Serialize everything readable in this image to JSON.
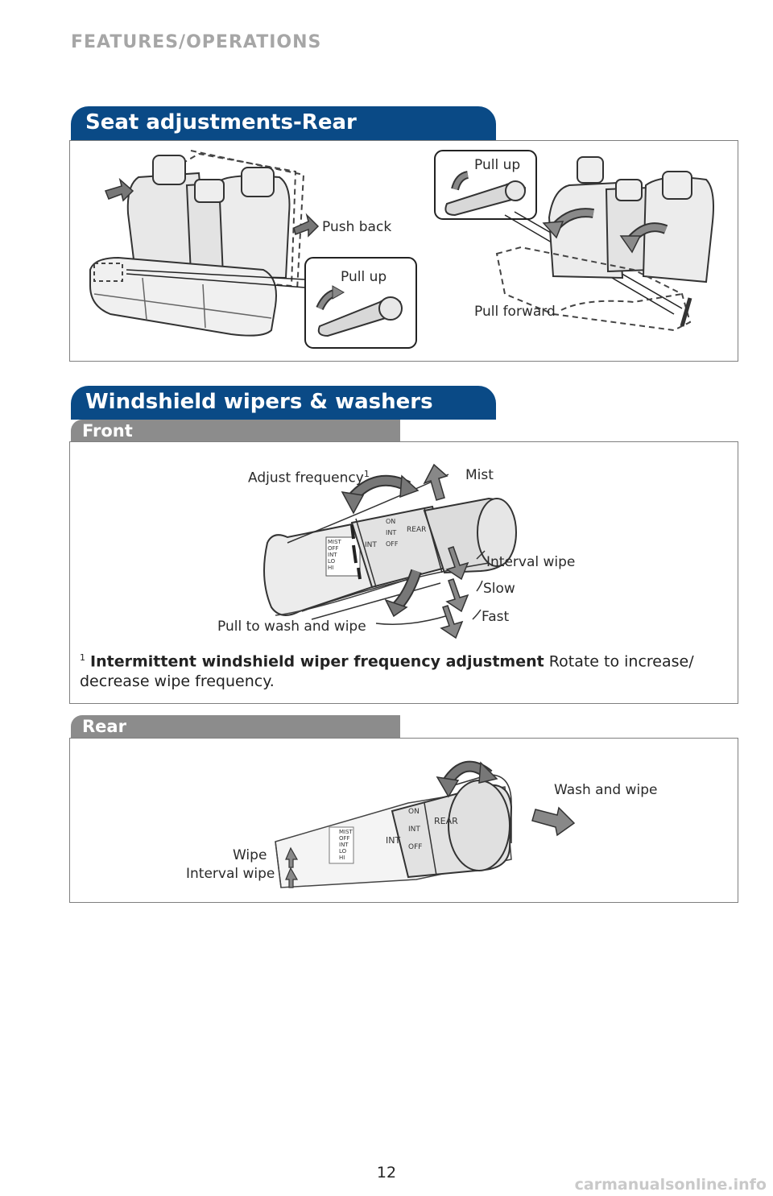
{
  "header": {
    "title": "FEATURES/OPERATIONS"
  },
  "seat": {
    "title": "Seat adjustments-Rear",
    "labels": {
      "push_back": "Push back",
      "pull_up_left": "Pull up",
      "pull_up_right": "Pull up",
      "pull_forward": "Pull forward"
    }
  },
  "wipers": {
    "title": "Windshield wipers & washers",
    "front": {
      "tab": "Front",
      "labels": {
        "adjust_frequency": "Adjust frequency",
        "adjust_sup": "1",
        "mist": "Mist",
        "interval_wipe": "Interval wipe",
        "slow": "Slow",
        "fast": "Fast",
        "pull_wash": "Pull to wash and wipe"
      },
      "note_sup": "1",
      "note_bold": "Intermittent windshield wiper frequency adjustment",
      "note_text": " Rotate to increase/ decrease wipe frequency."
    },
    "rear": {
      "tab": "Rear",
      "labels": {
        "wash_wipe": "Wash and wipe",
        "wipe": "Wipe",
        "interval_wipe": "Interval wipe"
      }
    },
    "stalk_text": {
      "mist": "MIST",
      "off": "OFF",
      "int": "INT",
      "lo": "LO",
      "hi": "HI",
      "int_ring": "INT",
      "on": "ON",
      "int2": "INT",
      "off2": "OFF",
      "rear": "REAR"
    }
  },
  "footer": {
    "page_number": "12",
    "url": "carmanualsonline.info"
  },
  "colors": {
    "section_blue": "#0a4a86",
    "subtab_gray": "#8c8c8c",
    "header_gray": "#a6a6a6"
  }
}
